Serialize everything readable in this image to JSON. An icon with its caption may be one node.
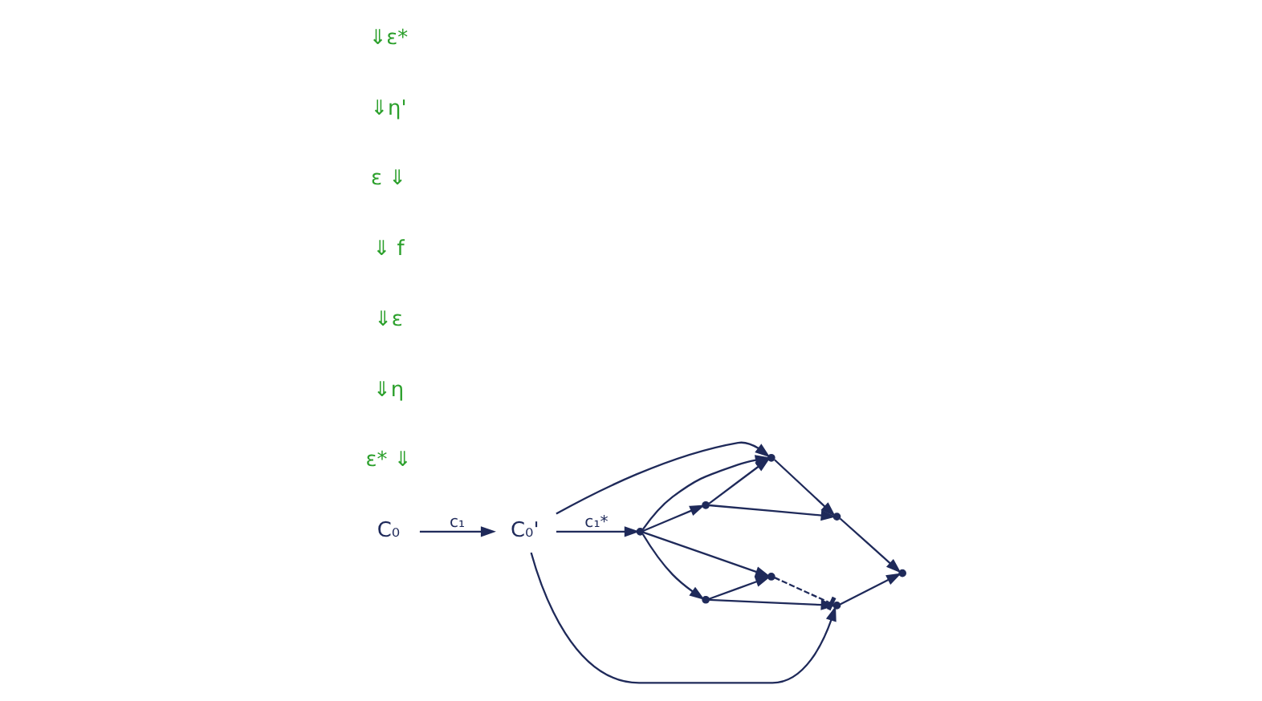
{
  "diagram": {
    "nodes": [
      {
        "text": [
          "C₀"
        ]
      },
      {
        "text": [
          "C₀'"
        ]
      },
      {
        "text": [],
        "shape": "point"
      },
      {
        "text": [],
        "shape": "point"
      },
      {
        "text": [],
        "shape": "point"
      },
      {
        "text": [],
        "shape": "point"
      },
      {
        "text": [],
        "shape": "point"
      },
      {
        "text": [],
        "shape": "point"
      },
      {
        "text": [],
        "shape": "point"
      },
      {
        "text": [],
        "shape": "point"
      }
    ],
    "edges": [
      {
        "from": 0,
        "to": 1,
        "arrow": "to",
        "label": "c₁"
      },
      {
        "from": 1,
        "to": 2,
        "arrow": "to",
        "label": "c₁*"
      },
      {
        "from": 1,
        "to": 5,
        "arrow": "to"
      },
      {
        "from": 1,
        "to": 9,
        "arrow": "to"
      },
      {
        "from": 2,
        "to": 3,
        "arrow": "to"
      },
      {
        "from": 2,
        "to": 4,
        "arrow": "to"
      },
      {
        "from": 4,
        "to": 3,
        "arrow": "to"
      },
      {
        "from": 3,
        "to": 5,
        "arrow": "other",
        "style": "dashed"
      },
      {
        "from": 4,
        "to": 5,
        "arrow": "to"
      },
      {
        "from": 5,
        "to": 6,
        "arrow": "to"
      },
      {
        "from": 2,
        "to": 7,
        "arrow": "to"
      },
      {
        "from": 2,
        "to": 9,
        "arrow": "to"
      },
      {
        "from": 7,
        "to": 9,
        "arrow": "to"
      },
      {
        "from": 7,
        "to": 8,
        "arrow": "to"
      },
      {
        "from": 9,
        "to": 8,
        "arrow": "to"
      },
      {
        "from": 8,
        "to": 6,
        "arrow": "to"
      }
    ],
    "labels": [
      "ε* ⇓",
      "⇓η",
      "⇓ε",
      "⇓ f",
      "ε ⇓",
      "⇓η'",
      "⇓ε*"
    ]
  }
}
